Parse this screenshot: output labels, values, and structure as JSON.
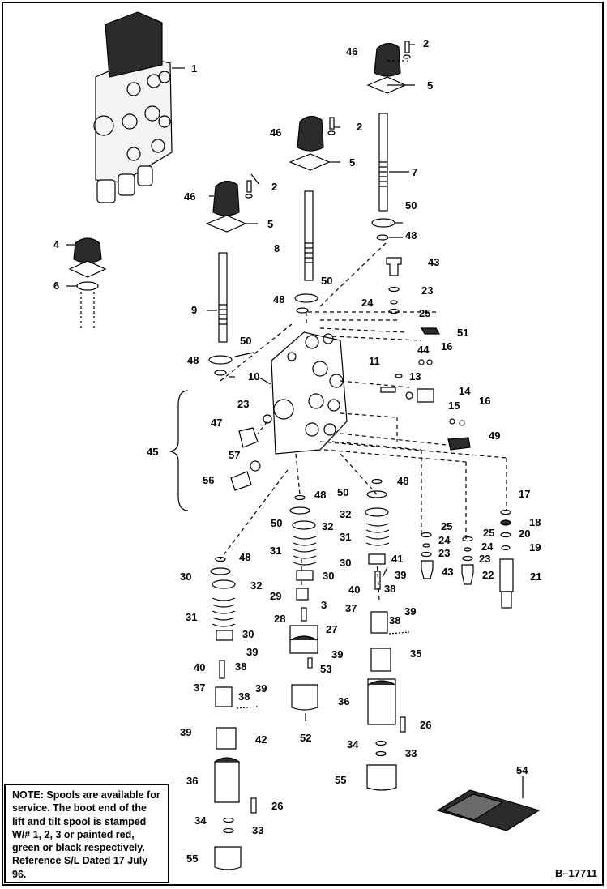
{
  "callouts": [
    {
      "num": "1"
    },
    {
      "num": "2"
    },
    {
      "num": "2"
    },
    {
      "num": "2"
    },
    {
      "num": "3"
    },
    {
      "num": "4"
    },
    {
      "num": "5"
    },
    {
      "num": "5"
    },
    {
      "num": "5"
    },
    {
      "num": "6"
    },
    {
      "num": "7"
    },
    {
      "num": "8"
    },
    {
      "num": "9"
    },
    {
      "num": "10"
    },
    {
      "num": "11"
    },
    {
      "num": "13"
    },
    {
      "num": "14"
    },
    {
      "num": "15"
    },
    {
      "num": "16"
    },
    {
      "num": "16"
    },
    {
      "num": "17"
    },
    {
      "num": "18"
    },
    {
      "num": "19"
    },
    {
      "num": "20"
    },
    {
      "num": "21"
    },
    {
      "num": "22"
    },
    {
      "num": "23"
    },
    {
      "num": "23"
    },
    {
      "num": "23"
    },
    {
      "num": "23"
    },
    {
      "num": "24"
    },
    {
      "num": "24"
    },
    {
      "num": "24"
    },
    {
      "num": "25"
    },
    {
      "num": "25"
    },
    {
      "num": "25"
    },
    {
      "num": "26"
    },
    {
      "num": "26"
    },
    {
      "num": "27"
    },
    {
      "num": "28"
    },
    {
      "num": "29"
    },
    {
      "num": "30"
    },
    {
      "num": "30"
    },
    {
      "num": "30"
    },
    {
      "num": "30"
    },
    {
      "num": "31"
    },
    {
      "num": "31"
    },
    {
      "num": "31"
    },
    {
      "num": "32"
    },
    {
      "num": "32"
    },
    {
      "num": "32"
    },
    {
      "num": "33"
    },
    {
      "num": "33"
    },
    {
      "num": "34"
    },
    {
      "num": "34"
    },
    {
      "num": "35"
    },
    {
      "num": "36"
    },
    {
      "num": "36"
    },
    {
      "num": "37"
    },
    {
      "num": "37"
    },
    {
      "num": "38"
    },
    {
      "num": "38"
    },
    {
      "num": "38"
    },
    {
      "num": "38"
    },
    {
      "num": "39"
    },
    {
      "num": "39"
    },
    {
      "num": "39"
    },
    {
      "num": "39"
    },
    {
      "num": "39"
    },
    {
      "num": "39"
    },
    {
      "num": "40"
    },
    {
      "num": "40"
    },
    {
      "num": "41"
    },
    {
      "num": "42"
    },
    {
      "num": "43"
    },
    {
      "num": "43"
    },
    {
      "num": "44"
    },
    {
      "num": "45"
    },
    {
      "num": "46"
    },
    {
      "num": "46"
    },
    {
      "num": "46"
    },
    {
      "num": "47"
    },
    {
      "num": "48"
    },
    {
      "num": "48"
    },
    {
      "num": "48"
    },
    {
      "num": "48"
    },
    {
      "num": "48"
    },
    {
      "num": "48"
    },
    {
      "num": "49"
    },
    {
      "num": "50"
    },
    {
      "num": "50"
    },
    {
      "num": "50"
    },
    {
      "num": "50"
    },
    {
      "num": "50"
    },
    {
      "num": "51"
    },
    {
      "num": "52"
    },
    {
      "num": "53"
    },
    {
      "num": "54"
    },
    {
      "num": "55"
    },
    {
      "num": "55"
    },
    {
      "num": "56"
    },
    {
      "num": "57"
    }
  ],
  "note": {
    "label": "NOTE:",
    "text": "Spools are available for service. The boot end of the lift and tilt spool is stamped W/# 1, 2, 3 or painted red, green or black respectively. Reference S/L Dated 17 July 96."
  },
  "drawing_number": "B–17711",
  "colors": {
    "ink": "#000000",
    "paper": "#ffffff",
    "shade": "#2b2b2b",
    "light_shade": "#d9d9d9"
  }
}
